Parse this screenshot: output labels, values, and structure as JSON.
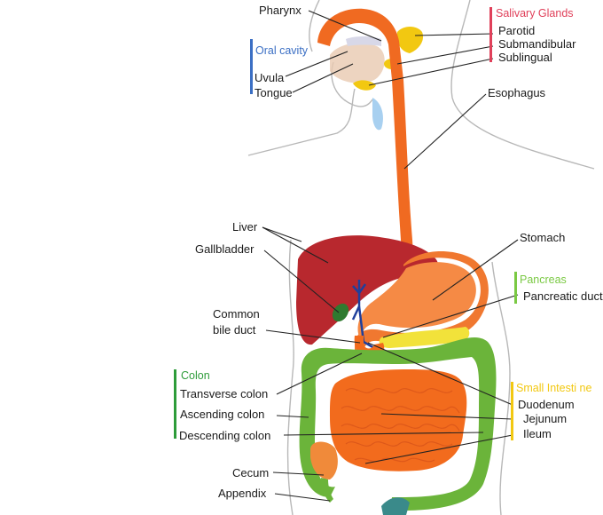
{
  "colors": {
    "salivary": "#e0405a",
    "oral": "#3b6fc4",
    "pancreas": "#7ac943",
    "colon": "#2e9c3a",
    "small_intestine": "#f2c811",
    "esophagus": "#f06a21",
    "liver": "#b8282e",
    "stomach": "#f07830",
    "colon_fill": "#6bb43a",
    "intestine_fill": "#f26b1d",
    "gallbladder": "#2f7a2f",
    "bile_duct": "#1f3f9c",
    "outline": "#b0b0b0"
  },
  "categories": {
    "salivary": "Salivary Glands",
    "oral": "Oral cavity",
    "pancreas": "Pancreas",
    "colon": "Colon",
    "small_intestine": "Small Intesti ne"
  },
  "labels": {
    "pharynx": "Pharynx",
    "parotid": "Parotid",
    "submandibular": "Submandibular",
    "sublingual": "Sublingual",
    "uvula": "Uvula",
    "tongue": "Tongue",
    "esophagus": "Esophagus",
    "liver": "Liver",
    "gallbladder": "Gallbladder",
    "stomach": "Stomach",
    "pancreatic_duct": "Pancreatic duct",
    "common_bile_duct_1": "Common",
    "common_bile_duct_2": "bile duct",
    "transverse_colon": "Transverse colon",
    "ascending_colon": "Ascending colon",
    "descending_colon": "Descending colon",
    "duodenum": "Duodenum",
    "jejunum": "Jejunum",
    "ileum": "Ileum",
    "cecum": "Cecum",
    "appendix": "Appendix"
  }
}
